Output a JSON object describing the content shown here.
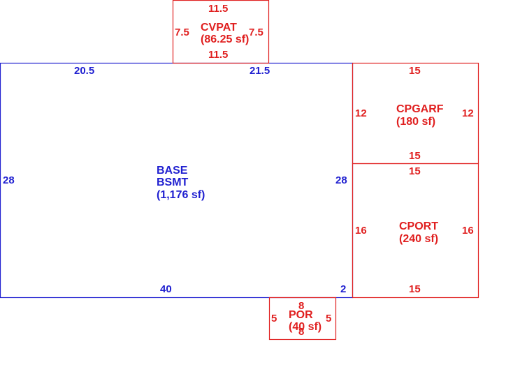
{
  "colors": {
    "main": "#1f1fd0",
    "addition": "#e02020"
  },
  "areas": {
    "base": {
      "name1": "BASE",
      "name2": "BSMT",
      "size": "(1,176 sf)"
    },
    "cvpat": {
      "name": "CVPAT",
      "size": "(86.25 sf)"
    },
    "cpgarf": {
      "name": "CPGARF",
      "size": "(180 sf)"
    },
    "cport": {
      "name": "CPORT",
      "size": "(240 sf)"
    },
    "por": {
      "name": "POR",
      "size": "(40 sf)"
    }
  },
  "dims": {
    "base": {
      "top_left": "20.5",
      "top_right": "21.5",
      "left": "28",
      "right": "28",
      "bottom": "40",
      "bottom_corner": "2"
    },
    "cvpat": {
      "top": "11.5",
      "bottom": "11.5",
      "left": "7.5",
      "right": "7.5"
    },
    "cpgarf": {
      "top": "15",
      "bottom": "15",
      "left": "12",
      "right": "12"
    },
    "cport": {
      "top": "15",
      "bottom": "15",
      "left": "16",
      "right": "16"
    },
    "por": {
      "top": "8",
      "bottom": "8",
      "left": "5",
      "right": "5"
    }
  }
}
